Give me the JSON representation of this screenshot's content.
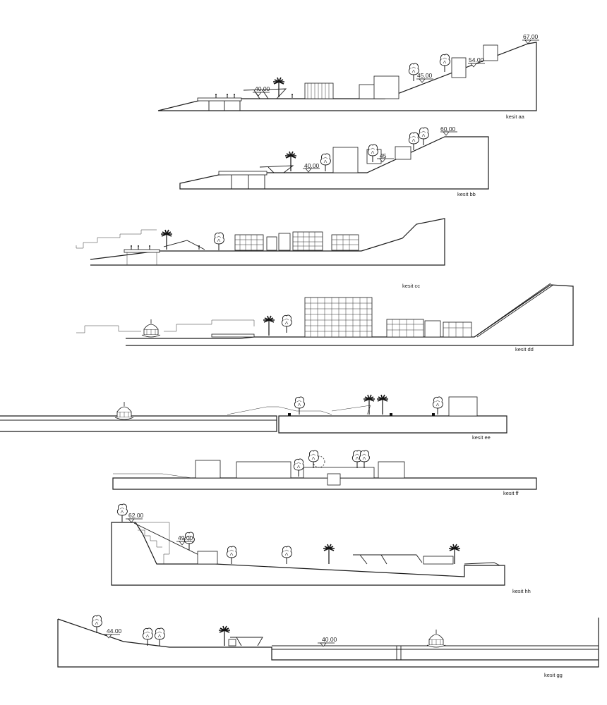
{
  "sections": [
    {
      "id": "aa",
      "title": "kesit  aa",
      "elevations": [
        "67.00",
        "54.00",
        "45.00",
        "40.00"
      ]
    },
    {
      "id": "bb",
      "title": "kesit  bb",
      "elevations": [
        "60.00",
        "45",
        "40.00"
      ]
    },
    {
      "id": "cc",
      "title": "kesit  cc",
      "elevations": []
    },
    {
      "id": "dd",
      "title": "kesit  dd",
      "elevations": []
    },
    {
      "id": "ee",
      "title": "kesit  ee",
      "elevations": []
    },
    {
      "id": "ff",
      "title": "kesit  ff",
      "elevations": []
    },
    {
      "id": "hh",
      "title": "kesit  hh",
      "elevations": [
        "62.00",
        "49.00"
      ]
    },
    {
      "id": "gg",
      "title": "kesit  gg",
      "elevations": [
        "44.00",
        "40.00"
      ]
    }
  ]
}
